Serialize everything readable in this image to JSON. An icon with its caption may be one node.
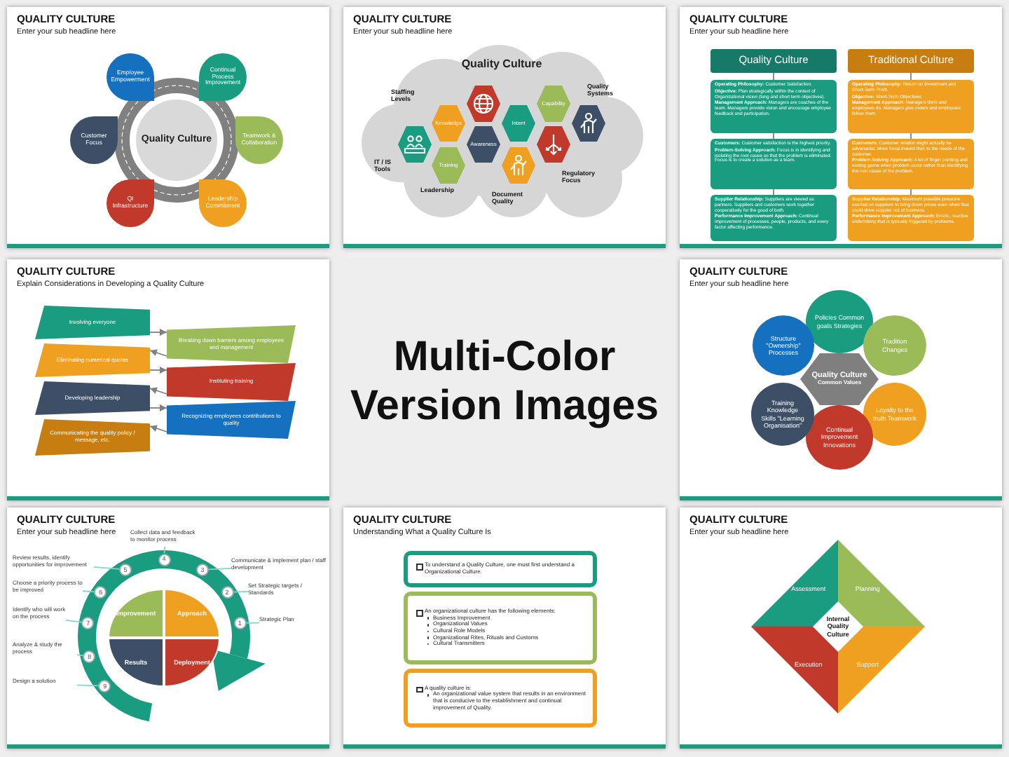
{
  "diagram": {
    "nodes": [
      {
        "text": [
          "QUALITY CULTURE",
          "Enter your sub headline here"
        ]
      },
      {
        "text": [
          "Quality Culture"
        ],
        "in": 0
      },
      {
        "text": [
          "Employee Empowerment"
        ],
        "in": 0
      },
      {
        "text": [
          "Continual Process Improvement"
        ],
        "in": 0
      },
      {
        "text": [
          "Customer Focus"
        ],
        "in": 0
      },
      {
        "text": [
          "Teamwork & Collaboration"
        ],
        "in": 0
      },
      {
        "text": [
          "QI Infrastructure"
        ],
        "in": 0
      },
      {
        "text": [
          "Leadership Commitment"
        ],
        "in": 0
      },
      {
        "text": [
          "QUALITY CULTURE",
          "Enter your sub headline here"
        ]
      },
      {
        "text": [
          "Quality Culture"
        ],
        "in": 8
      },
      {
        "text": [
          "Knowledge"
        ],
        "in": 9
      },
      {
        "text": [],
        "shape": "picture",
        "in": 9
      },
      {
        "text": [
          "Intent"
        ],
        "in": 9
      },
      {
        "text": [
          "Capability"
        ],
        "in": 9
      },
      {
        "text": [],
        "shape": "picture",
        "in": 9
      },
      {
        "text": [],
        "shape": "picture",
        "in": 9
      },
      {
        "text": [
          "Awareness"
        ],
        "in": 9
      },
      {
        "text": [],
        "shape": "picture",
        "in": 9
      },
      {
        "text": [
          "Training"
        ],
        "in": 9
      },
      {
        "text": [],
        "shape": "picture",
        "in": 9
      },
      {
        "text": [
          "QUALITY CULTURE",
          "Enter your sub headline here"
        ]
      },
      {
        "text": [
          "Quality Culture"
        ],
        "in": 20
      },
      {
        "text": [
          "**Operating Philosophy:** Customer Satisfaction.",
          "**Objective:** Plan strategically within the context of Organizational vision (long and short term objectives).",
          "**Management Approach:** Managers are coaches of the team. Managers provide vision and encourage employee feedback and participation."
        ],
        "in": 20
      },
      {
        "text": [
          "**Customers:** Customer satisfaction is the highest priority.",
          "**Problem-Solving Approach:** Focus is in identifying and isolating the root cause so that the problem is eliminated. Focus is to create a solution as a team."
        ],
        "in": 20
      },
      {
        "text": [
          "**Supplier Relationship:** Suppliers are viewed as partners. Suppliers and customers work together cooperatively for the good of both.",
          "**Performance Improvement Approach:** Continual improvement of processes, people, products, and every factor affecting performance."
        ],
        "in": 20
      },
      {
        "text": [
          "Traditional Culture"
        ],
        "in": 20
      },
      {
        "text": [
          "**Operating Philosophy:** Return on Investment and Short-Term Profit.",
          "**Objective:** Short-Term Objectives",
          "**Management Approach:** Managers think and employees do. Managers give orders and employees follow them."
        ],
        "in": 20
      },
      {
        "text": [
          "**Customers:** Customer relation might actually be adversarial. More focus inward than to the needs of the customer.",
          "**Problem-Solving Approach:** A lot of finger pointing and waiting game when problem occur rather than identifying the root cause of the problem."
        ],
        "in": 20
      },
      {
        "text": [
          "**Supplier Relationship:** Maximum possible pressure exerted on suppliers to bring down prices even when that could drive supplier out of business.",
          "**Performance Improvement Approach:** Erratic, reactive undertaking that is typically triggered by problems."
        ],
        "in": 20
      },
      {
        "text": [
          "QUALITY CULTURE",
          "Explain Considerations in Developing a Quality Culture"
        ]
      },
      {
        "text": [
          "Involving everyone"
        ],
        "in": 29
      },
      {
        "text": [
          "Breaking down barriers among employees and management"
        ],
        "in": 29
      },
      {
        "text": [
          "Eliminating numerical quotas"
        ],
        "in": 29
      },
      {
        "text": [
          "Instituting training"
        ],
        "in": 29
      },
      {
        "text": [
          "Developing leadership"
        ],
        "in": 29
      },
      {
        "text": [
          "Recognizing employees contributions to quality"
        ],
        "in": 29
      },
      {
        "text": [
          "Communicating the quality policy / message, etc."
        ],
        "in": 29
      },
      {
        "text": [
          "QUALITY CULTURE",
          "Enter your sub headline here"
        ]
      },
      {
        "text": [
          "Quality Culture",
          "Common Values"
        ],
        "in": 37
      },
      {
        "text": [
          "Policies Common goals Strategies"
        ],
        "in": 37
      },
      {
        "text": [
          "Tradition Changes"
        ],
        "in": 37
      },
      {
        "text": [
          "Loyalty to the truth Teamwork"
        ],
        "in": 37
      },
      {
        "text": [
          "Continual Improvement Innovations"
        ],
        "in": 37
      },
      {
        "text": [
          "Training Knowledge Skills \"Learning Organisation\""
        ],
        "in": 37
      },
      {
        "text": [
          "Structure \"Ownership\" Processes"
        ],
        "in": 37
      },
      {
        "text": [
          "QUALITY CULTURE",
          "Enter your sub headline here"
        ]
      },
      {
        "text": [
          "Improvement"
        ],
        "in": 45
      },
      {
        "text": [
          "Approach"
        ],
        "in": 45
      },
      {
        "text": [
          "Results"
        ],
        "in": 45
      },
      {
        "text": [
          "Deployment"
        ],
        "in": 45
      },
      {
        "text": [
          "1"
        ],
        "in": 45
      },
      {
        "text": [
          "Strategic Plan"
        ],
        "in": 45
      },
      {
        "text": [
          "2"
        ],
        "in": 45
      },
      {
        "text": [
          "Set Strategic targets / Standards"
        ],
        "in": 45
      },
      {
        "text": [
          "3"
        ],
        "in": 45
      },
      {
        "text": [
          "Communicate & implement plan / staff development"
        ],
        "in": 45
      },
      {
        "text": [
          "4"
        ],
        "in": 45
      },
      {
        "text": [
          "Collect data and feedback to monitor process"
        ],
        "in": 45
      },
      {
        "text": [
          "5"
        ],
        "in": 45
      },
      {
        "text": [
          "Review results, identify opportunities for improvement"
        ],
        "in": 45
      },
      {
        "text": [
          "6"
        ],
        "in": 45
      },
      {
        "text": [
          "Choose a priority process to be improved"
        ],
        "in": 45
      },
      {
        "text": [
          "7"
        ],
        "in": 45
      },
      {
        "text": [
          "Identify who will work on the process"
        ],
        "in": 45
      },
      {
        "text": [
          "8"
        ],
        "in": 45
      },
      {
        "text": [
          "Analyze & study the process"
        ],
        "in": 45
      },
      {
        "text": [
          "9"
        ],
        "in": 45
      },
      {
        "text": [
          "Design a solution"
        ],
        "in": 45
      },
      {
        "text": [
          "QUALITY CULTURE",
          "Understanding What a Quality Culture Is"
        ]
      },
      {
        "text": [
          "To understand a Quality Culture, one must first understand a Organizational Culture."
        ],
        "in": 68
      },
      {
        "text": [
          "An organizational culture has the following elements:",
          "Business Improvement",
          "Organizational Values",
          "Cultural Role Models",
          "Organizational Rites, Rituals and Customs",
          "Cultural Transmitters"
        ],
        "in": 68
      },
      {
        "text": [
          "A quality culture is:",
          "An organizational value system that results in an environment that is conducive to the establishment and continual improvement of Quality."
        ],
        "in": 68
      },
      {
        "text": [
          "QUALITY CULTURE",
          "Enter your sub headline here"
        ]
      },
      {
        "text": [
          "Assessment"
        ],
        "in": 72
      },
      {
        "text": [
          "Planning"
        ],
        "in": 72
      },
      {
        "text": [
          "Execution"
        ],
        "in": 72
      },
      {
        "text": [
          "Support"
        ],
        "in": 72
      },
      {
        "text": [
          "Internal Quality Culture"
        ],
        "in": 72
      }
    ],
    "edges": [
      {
        "from": 21,
        "to": 22,
        "arrow": "none",
        "color": "#808080"
      },
      {
        "from": 22,
        "to": 23,
        "arrow": "none",
        "color": "#808080"
      },
      {
        "from": 23,
        "to": 24,
        "arrow": "none",
        "color": "#808080"
      },
      {
        "from": 25,
        "to": 26,
        "arrow": "none",
        "color": "#808080"
      },
      {
        "from": 26,
        "to": 27,
        "arrow": "none",
        "color": "#808080"
      },
      {
        "from": 27,
        "to": 28,
        "arrow": "none",
        "color": "#808080"
      },
      {
        "from": 30,
        "to": 31,
        "arrow": "to",
        "color": "#808080"
      },
      {
        "from": 31,
        "to": 32,
        "arrow": "to",
        "color": "#808080"
      },
      {
        "from": 32,
        "to": 33,
        "arrow": "to",
        "color": "#808080"
      },
      {
        "from": 33,
        "to": 34,
        "arrow": "to",
        "color": "#808080"
      },
      {
        "from": 34,
        "to": 35,
        "arrow": "to",
        "color": "#808080"
      },
      {
        "from": 35,
        "to": 36,
        "arrow": "to",
        "color": "#808080"
      },
      {
        "from": 51,
        "to": 50,
        "arrow": "none"
      },
      {
        "from": 53,
        "to": 52,
        "arrow": "none"
      },
      {
        "from": 55,
        "to": 54,
        "arrow": "none"
      },
      {
        "from": 57,
        "to": 56,
        "arrow": "none"
      },
      {
        "from": 59,
        "to": 58,
        "arrow": "none"
      },
      {
        "from": 61,
        "to": 60,
        "arrow": "none"
      },
      {
        "from": 63,
        "to": 62,
        "arrow": "none"
      },
      {
        "from": 65,
        "to": 64,
        "arrow": "none"
      },
      {
        "from": 67,
        "to": 66,
        "arrow": "none"
      }
    ],
    "labels": [
      "Staffing Levels",
      "Quality Systems",
      "IT / IS Tools",
      "Regulatory Focus",
      "Leadership",
      "Document Quality",
      "Multi-Color Version Images"
    ]
  }
}
